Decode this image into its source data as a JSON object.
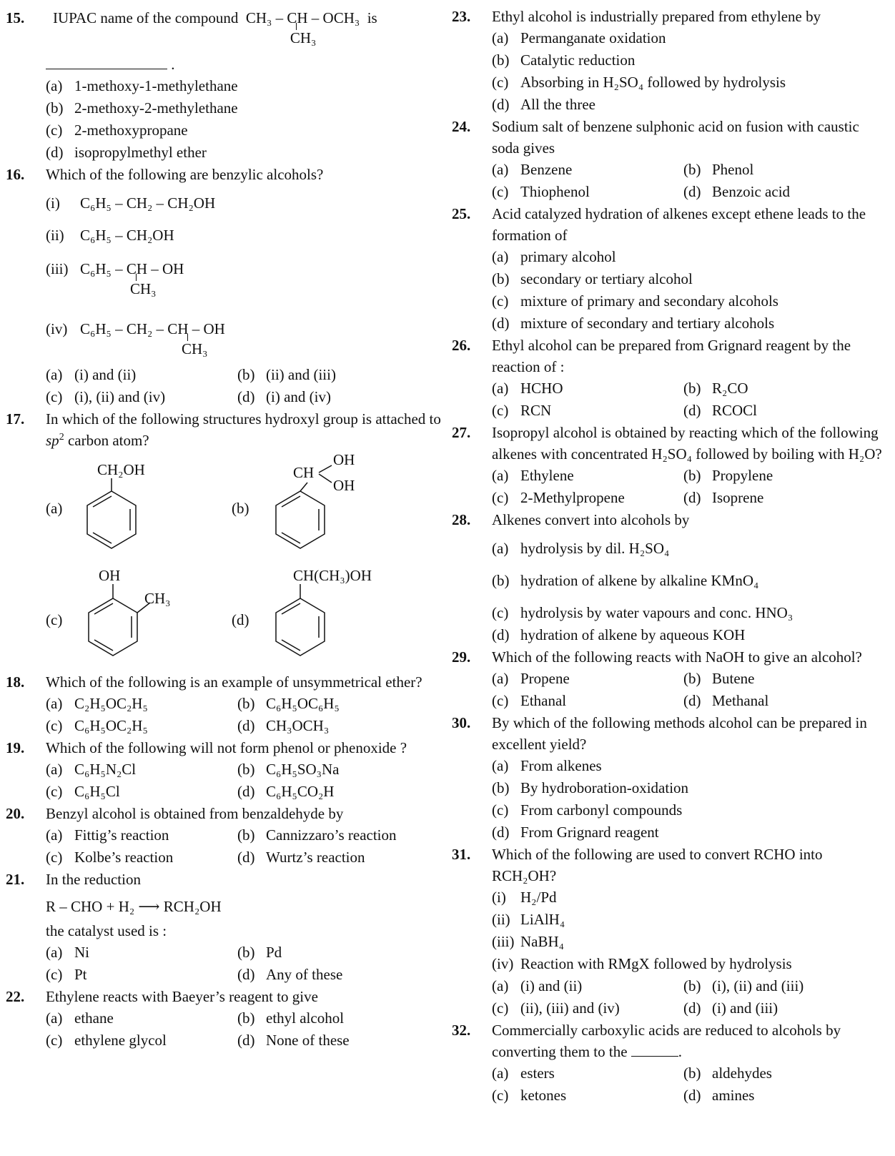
{
  "q15": {
    "num": "15.",
    "pre": "IUPAC name of the compound",
    "formula_main": "CH₃ – CH – OCH₃",
    "formula_branch": "CH₃",
    "suffix": "is",
    "end": ".",
    "options": [
      [
        "(a)",
        "1-methoxy-1-methylethane"
      ],
      [
        "(b)",
        "2-methoxy-2-methylethane"
      ],
      [
        "(c)",
        "2-methoxypropane"
      ],
      [
        "(d)",
        "isopropylmethyl ether"
      ]
    ]
  },
  "q16": {
    "num": "16.",
    "text": "Which of the following are benzylic alcohols?",
    "items": [
      {
        "label": "(i)",
        "main": "C₆H₅ – CH₂ – CH₂OH",
        "branch": ""
      },
      {
        "label": "(ii)",
        "main": "C₆H₅ – CH₂OH",
        "branch": ""
      },
      {
        "label": "(iii)",
        "main": "C₆H₅ – CH – OH",
        "branch": "CH₃"
      },
      {
        "label": "(iv)",
        "main": "C₆H₅ – CH₂ – CH – OH",
        "branch": "CH₃"
      }
    ],
    "options": [
      [
        "(a)",
        "(i) and (ii)"
      ],
      [
        "(b)",
        "(ii) and (iii)"
      ],
      [
        "(c)",
        "(i), (ii) and (iv)"
      ],
      [
        "(d)",
        "(i) and (iv)"
      ]
    ]
  },
  "q17": {
    "num": "17.",
    "text_a": "In which of the following structures hydroxyl group is attached to ",
    "text_sp": "sp",
    "text_sup": "2",
    "text_b": " carbon atom?",
    "structures": [
      {
        "label": "(a)",
        "group": "CH₂OH"
      },
      {
        "label": "(b)",
        "group": "CH",
        "oh1": "OH",
        "oh2": "OH"
      },
      {
        "label": "(c)",
        "group": "OH",
        "side": "CH₃"
      },
      {
        "label": "(d)",
        "group": "CH(CH₃)OH"
      }
    ]
  },
  "q18": {
    "num": "18.",
    "text": "Which of the following is an example of unsymmetrical ether?",
    "options": [
      [
        "(a)",
        "C₂H₅OC₂H₅"
      ],
      [
        "(b)",
        "C₆H₅OC₆H₅"
      ],
      [
        "(c)",
        "C₆H₅OC₂H₅"
      ],
      [
        "(d)",
        "CH₃OCH₃"
      ]
    ]
  },
  "q19": {
    "num": "19.",
    "text": "Which of the following will not form phenol or phenoxide ?",
    "options": [
      [
        "(a)",
        "C₆H₅N₂Cl"
      ],
      [
        "(b)",
        "C₆H₅SO₃Na"
      ],
      [
        "(c)",
        "C₆H₅Cl"
      ],
      [
        "(d)",
        "C₆H₅CO₂H"
      ]
    ]
  },
  "q20": {
    "num": "20.",
    "text": "Benzyl alcohol is obtained from benzaldehyde by",
    "options": [
      [
        "(a)",
        "Fittig’s reaction"
      ],
      [
        "(b)",
        "Cannizzaro’s reaction"
      ],
      [
        "(c)",
        "Kolbe’s reaction"
      ],
      [
        "(d)",
        "Wurtz’s reaction"
      ]
    ]
  },
  "q21": {
    "num": "21.",
    "text": "In the reduction",
    "equation": "R – CHO + H₂ ⟶ RCH₂OH",
    "text2": "the catalyst used is :",
    "options": [
      [
        "(a)",
        "Ni"
      ],
      [
        "(b)",
        "Pd"
      ],
      [
        "(c)",
        "Pt"
      ],
      [
        "(d)",
        "Any of these"
      ]
    ]
  },
  "q22": {
    "num": "22.",
    "text": "Ethylene reacts with Baeyer’s reagent to give",
    "options": [
      [
        "(a)",
        "ethane"
      ],
      [
        "(b)",
        "ethyl alcohol"
      ],
      [
        "(c)",
        "ethylene glycol"
      ],
      [
        "(d)",
        "None of these"
      ]
    ]
  },
  "q23": {
    "num": "23.",
    "text": "Ethyl alcohol is industrially prepared from ethylene by",
    "options": [
      [
        "(a)",
        "Permanganate oxidation"
      ],
      [
        "(b)",
        "Catalytic reduction"
      ],
      [
        "(c)",
        "Absorbing in H₂SO₄ followed by hydrolysis"
      ],
      [
        "(d)",
        "All the three"
      ]
    ]
  },
  "q24": {
    "num": "24.",
    "text": "Sodium salt of benzene sulphonic acid on fusion with caustic soda gives",
    "options": [
      [
        "(a)",
        "Benzene"
      ],
      [
        "(b)",
        "Phenol"
      ],
      [
        "(c)",
        "Thiophenol"
      ],
      [
        "(d)",
        "Benzoic acid"
      ]
    ]
  },
  "q25": {
    "num": "25.",
    "text": "Acid catalyzed hydration of alkenes except ethene leads to the formation of",
    "options": [
      [
        "(a)",
        "primary alcohol"
      ],
      [
        "(b)",
        "secondary or tertiary alcohol"
      ],
      [
        "(c)",
        "mixture of primary and secondary alcohols"
      ],
      [
        "(d)",
        "mixture of secondary and tertiary alcohols"
      ]
    ]
  },
  "q26": {
    "num": "26.",
    "text": "Ethyl alcohol can be prepared from Grignard reagent by the reaction of :",
    "options": [
      [
        "(a)",
        "HCHO"
      ],
      [
        "(b)",
        "R₂CO"
      ],
      [
        "(c)",
        "RCN"
      ],
      [
        "(d)",
        "RCOCl"
      ]
    ]
  },
  "q27": {
    "num": "27.",
    "text": "Isopropyl alcohol is obtained by reacting which of the following alkenes with concentrated H₂SO₄ followed by boiling with H₂O?",
    "options": [
      [
        "(a)",
        "Ethylene"
      ],
      [
        "(b)",
        "Propylene"
      ],
      [
        "(c)",
        "2-Methylpropene"
      ],
      [
        "(d)",
        "Isoprene"
      ]
    ]
  },
  "q28": {
    "num": "28.",
    "text": "Alkenes convert into alcohols by",
    "options": [
      [
        "(a)",
        "hydrolysis by dil.  H₂SO₄"
      ],
      [
        "(b)",
        "hydration of alkene by alkaline  KMnO₄"
      ],
      [
        "(c)",
        "hydrolysis by water vapours and conc.  HNO₃"
      ],
      [
        "(d)",
        "hydration of alkene by aqueous KOH"
      ]
    ]
  },
  "q29": {
    "num": "29.",
    "text": "Which of the following reacts with NaOH to give an alcohol?",
    "options": [
      [
        "(a)",
        "Propene"
      ],
      [
        "(b)",
        "Butene"
      ],
      [
        "(c)",
        "Ethanal"
      ],
      [
        "(d)",
        "Methanal"
      ]
    ]
  },
  "q30": {
    "num": "30.",
    "text": "By which of the following methods alcohol can be prepared in excellent yield?",
    "options": [
      [
        "(a)",
        "From alkenes"
      ],
      [
        "(b)",
        "By hydroboration-oxidation"
      ],
      [
        "(c)",
        "From carbonyl compounds"
      ],
      [
        "(d)",
        "From Grignard reagent"
      ]
    ]
  },
  "q31": {
    "num": "31.",
    "text": "Which of the following are used to convert RCHO into RCH₂OH?",
    "items": [
      [
        "(i)",
        "H₂/Pd"
      ],
      [
        "(ii)",
        "LiAlH₄"
      ],
      [
        "(iii)",
        "NaBH₄"
      ],
      [
        "(iv)",
        "Reaction with RMgX followed by hydrolysis"
      ]
    ],
    "options": [
      [
        "(a)",
        "(i) and (ii)"
      ],
      [
        "(b)",
        "(i), (ii) and (iii)"
      ],
      [
        "(c)",
        "(ii), (iii) and (iv)"
      ],
      [
        "(d)",
        "(i) and (iii)"
      ]
    ]
  },
  "q32": {
    "num": "32.",
    "text": "Commercially carboxylic acids are reduced to alcohols by converting them to the",
    "end": ".",
    "options": [
      [
        "(a)",
        "esters"
      ],
      [
        "(b)",
        "aldehydes"
      ],
      [
        "(c)",
        "ketones"
      ],
      [
        "(d)",
        "amines"
      ]
    ]
  }
}
